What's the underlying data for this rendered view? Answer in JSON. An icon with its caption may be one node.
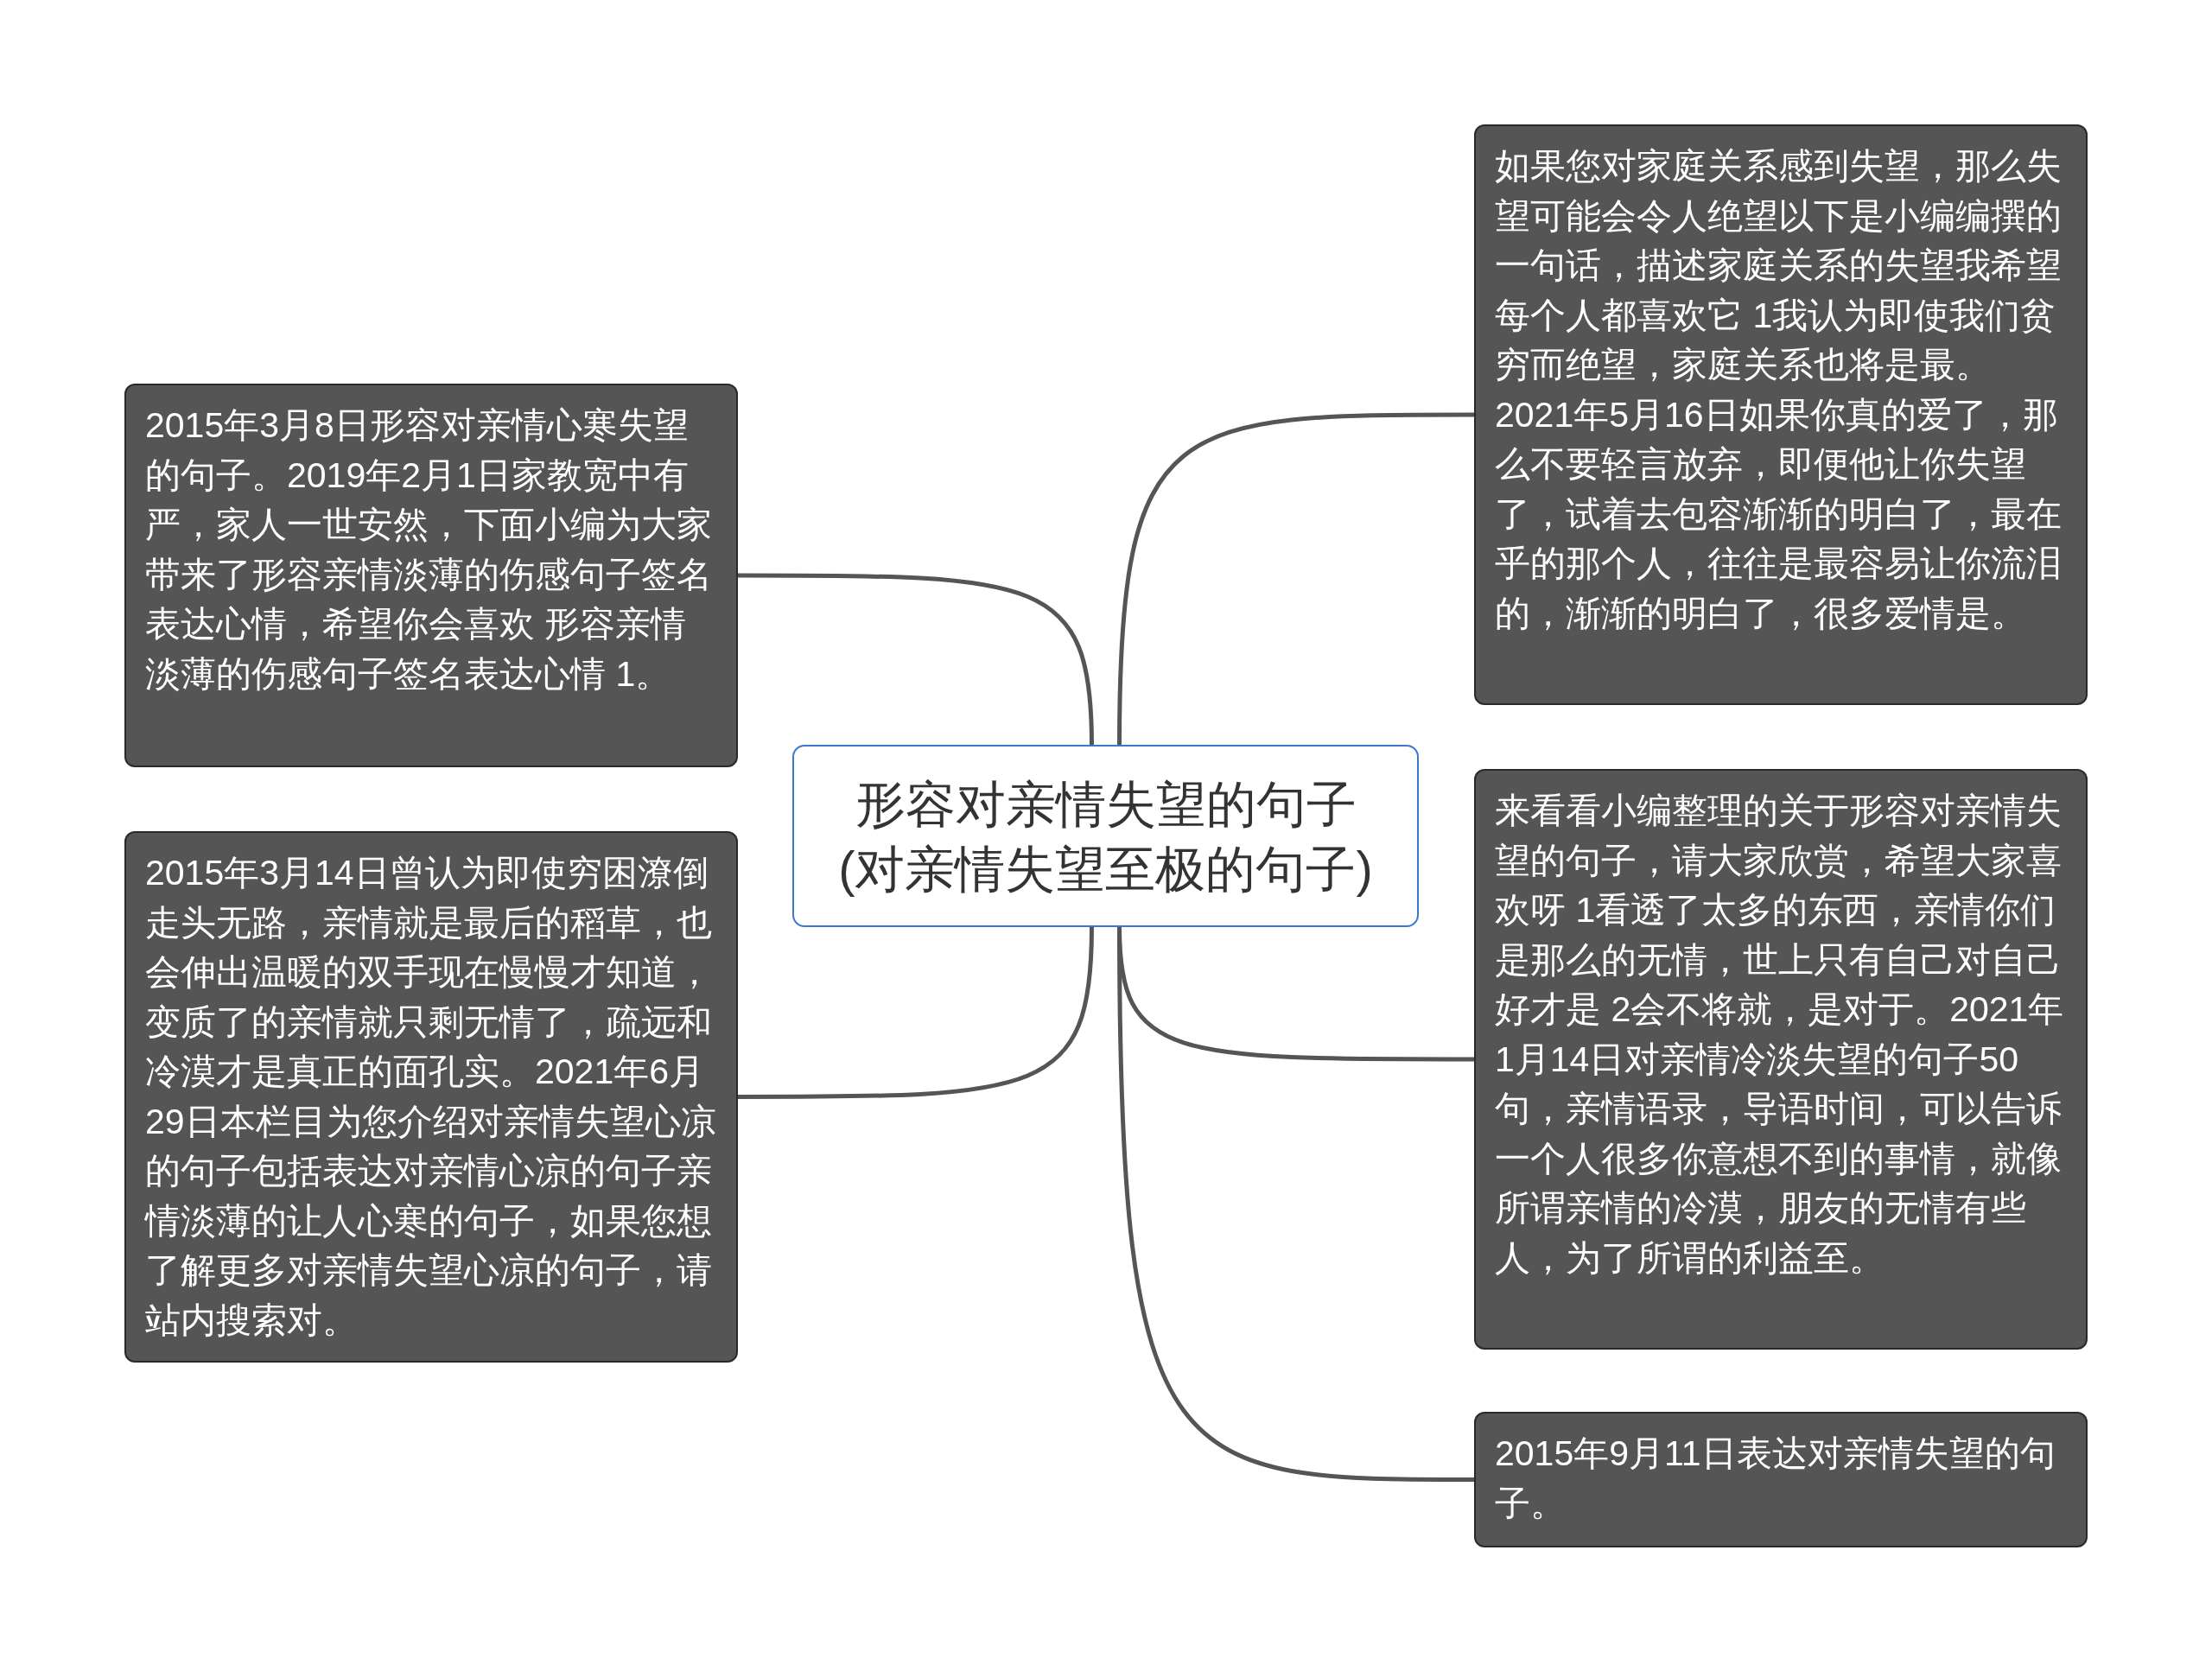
{
  "diagram": {
    "nodes": [
      {
        "text": [
          "形容对亲情失望的句子(对亲情失望至极的句子)"
        ]
      },
      {
        "text": [
          "2015年3月8日形容对亲情心寒失望的句子。2019年2月1日家教宽中有严，家人一世安然，下面小编为大家带来了形容亲情淡薄的伤感句子签名表达心情，希望你会喜欢 形容亲情淡薄的伤感句子签名表达心情 1。"
        ]
      },
      {
        "text": [
          "2015年3月14日曾认为即使穷困潦倒走头无路，亲情就是最后的稻草，也会伸出温暖的双手现在慢慢才知道，变质了的亲情就只剩无情了，疏远和冷漠才是真正的面孔实。2021年6月29日本栏目为您介绍对亲情失望心凉的句子包括表达对亲情心凉的句子亲情淡薄的让人心寒的句子，如果您想了解更多对亲情失望心凉的句子，请站内搜索对。"
        ]
      },
      {
        "text": [
          "如果您对家庭关系感到失望，那么失望可能会令人绝望以下是小编编撰的一句话，描述家庭关系的失望我希望每个人都喜欢它 1我认为即使我们贫穷而绝望，家庭关系也将是最。2021年5月16日如果你真的爱了，那么不要轻言放弃，即便他让你失望了，试着去包容渐渐的明白了，最在乎的那个人，往往是最容易让你流泪的，渐渐的明白了，很多爱情是。"
        ]
      },
      {
        "text": [
          "来看看小编整理的关于形容对亲情失望的句子，请大家欣赏，希望大家喜欢呀 1看透了太多的东西，亲情你们是那么的无情，世上只有自己对自己好才是 2会不将就，是对于。2021年1月14日对亲情冷淡失望的句子50句，亲情语录，导语时间，可以告诉一个人很多你意想不到的事情，就像所谓亲情的冷漠，朋友的无情有些人，为了所谓的利益至。"
        ]
      },
      {
        "text": [
          "2015年9月11日表达对亲情失望的句子。"
        ]
      }
    ],
    "edges": [
      {
        "from": 0,
        "to": 1,
        "arrow": "none"
      },
      {
        "from": 0,
        "to": 2,
        "arrow": "none"
      },
      {
        "from": 0,
        "to": 3,
        "arrow": "none"
      },
      {
        "from": 0,
        "to": 4,
        "arrow": "none"
      },
      {
        "from": 0,
        "to": 5,
        "arrow": "none"
      }
    ]
  }
}
